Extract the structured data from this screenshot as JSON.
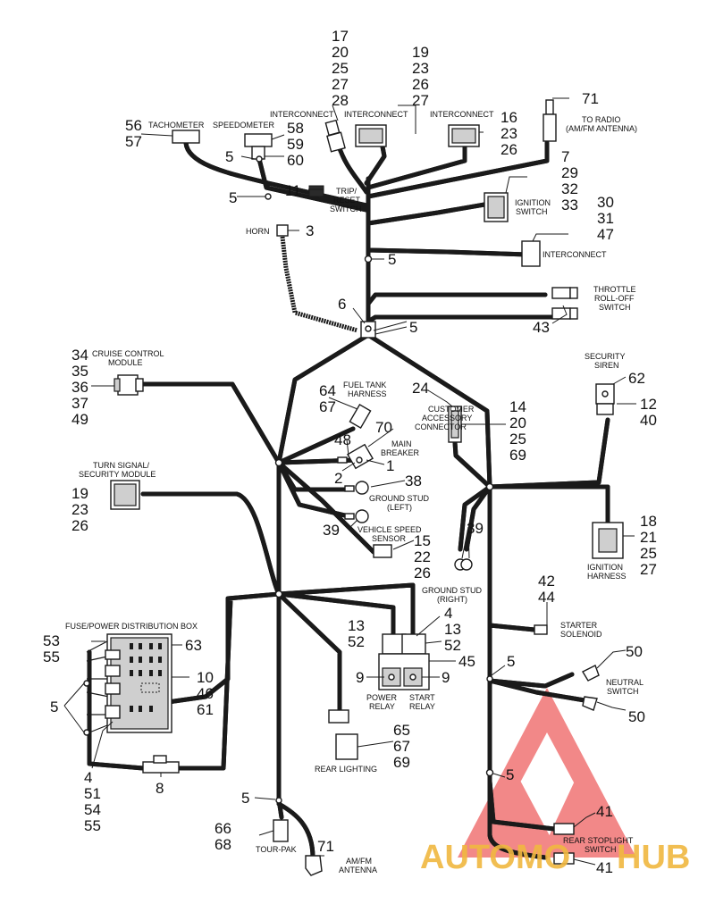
{
  "captions": {
    "tachometer": "TACHOMETER",
    "speedometer": "SPEEDOMETER",
    "interconnect_a": "INTERCONNECT",
    "interconnect_b": "INTERCONNECT",
    "interconnect_c": "INTERCONNECT",
    "interconnect_d": "INTERCONNECT",
    "to_radio_1": "TO RADIO",
    "to_radio_2": "(AM/FM ANTENNA)",
    "trip_1": "TRIP/",
    "trip_2": "RESET",
    "trip_3": "SWITCH",
    "ignition_switch_1": "IGNITION",
    "ignition_switch_2": "SWITCH",
    "horn": "HORN",
    "throttle_1": "THROTTLE",
    "throttle_2": "ROLL-OFF",
    "throttle_3": "SWITCH",
    "cruise_1": "CRUISE CONTROL",
    "cruise_2": "MODULE",
    "fuel_1": "FUEL TANK",
    "fuel_2": "HARNESS",
    "security_siren": "SECURITY",
    "security_siren_2": "SIREN",
    "customer_1": "CUSTOMER",
    "customer_2": "ACCESSORY",
    "customer_3": "CONNECTOR",
    "main_breaker_1": "MAIN",
    "main_breaker_2": "BREAKER",
    "turn_signal_1": "TURN SIGNAL/",
    "turn_signal_2": "SECURITY MODULE",
    "ground_left_1": "GROUND STUD",
    "ground_left_2": "(LEFT)",
    "vss_1": "VEHICLE SPEED",
    "vss_2": "SENSOR",
    "ground_right_1": "GROUND STUD",
    "ground_right_2": "(RIGHT)",
    "ignition_harness_1": "IGNITION",
    "ignition_harness_2": "HARNESS",
    "fuse_box": "FUSE/POWER DISTRIBUTION BOX",
    "starter_1": "STARTER",
    "starter_2": "SOLENOID",
    "power_relay_1": "POWER",
    "power_relay_2": "RELAY",
    "start_relay_1": "START",
    "start_relay_2": "RELAY",
    "neutral_1": "NEUTRAL",
    "neutral_2": "SWITCH",
    "rear_lighting": "REAR LIGHTING",
    "rear_stoplight_1": "REAR STOPLIGHT",
    "rear_stoplight_2": "SWITCH",
    "tour_pak": "TOUR-PAK",
    "amfm_1": "AM/FM",
    "amfm_2": "ANTENNA"
  },
  "callouts": {
    "c17": "17",
    "c20a": "20",
    "c25a": "25",
    "c27a": "27",
    "c28": "28",
    "c19a": "19",
    "c23a": "23",
    "c26a": "26",
    "c27b": "27",
    "c16": "16",
    "c23b": "23",
    "c26b": "26",
    "c71a": "71",
    "c56": "56",
    "c57": "57",
    "c58": "58",
    "c59": "59",
    "c60": "60",
    "c5a": "5",
    "c5b": "5",
    "c11": "11",
    "c7": "7",
    "c29": "29",
    "c32": "32",
    "c33": "33",
    "c30": "30",
    "c31": "31",
    "c47": "47",
    "c3": "3",
    "c5c": "5",
    "c6": "6",
    "c5d": "5",
    "c43": "43",
    "c34": "34",
    "c35": "35",
    "c36": "36",
    "c37": "37",
    "c49": "49",
    "c64": "64",
    "c67a": "67",
    "c24": "24",
    "c62": "62",
    "c12": "12",
    "c40": "40",
    "c14": "14",
    "c20b": "20",
    "c25b": "25",
    "c69a": "69",
    "c70": "70",
    "c48": "48",
    "c1": "1",
    "c2": "2",
    "c38": "38",
    "c39a": "39",
    "c19b": "19",
    "c23c": "23",
    "c26c": "26",
    "c15": "15",
    "c22": "22",
    "c26d": "26",
    "c39b": "39",
    "c18": "18",
    "c21": "21",
    "c25c": "25",
    "c27c": "27",
    "c42": "42",
    "c44": "44",
    "c4a": "4",
    "c13a": "13",
    "c52a": "52",
    "c13b": "13",
    "c52b": "52",
    "c53": "53",
    "c55a": "55",
    "c63": "63",
    "c10": "10",
    "c46": "46",
    "c61": "61",
    "c5e": "5",
    "c45": "45",
    "c9a": "9",
    "c9b": "9",
    "c50a": "50",
    "c50b": "50",
    "c5f": "5",
    "c65": "65",
    "c67b": "67",
    "c69b": "69",
    "c4b": "4",
    "c51": "51",
    "c54": "54",
    "c55b": "55",
    "c8": "8",
    "c5g": "5",
    "c41a": "41",
    "c41b": "41",
    "c5h": "5",
    "c66": "66",
    "c68": "68",
    "c71b": "71"
  },
  "watermark": {
    "brand_1": "AUTOMO",
    "brand_2": "HUB",
    "color_red": "#e84a4a",
    "color_yellow": "#f0b840"
  }
}
